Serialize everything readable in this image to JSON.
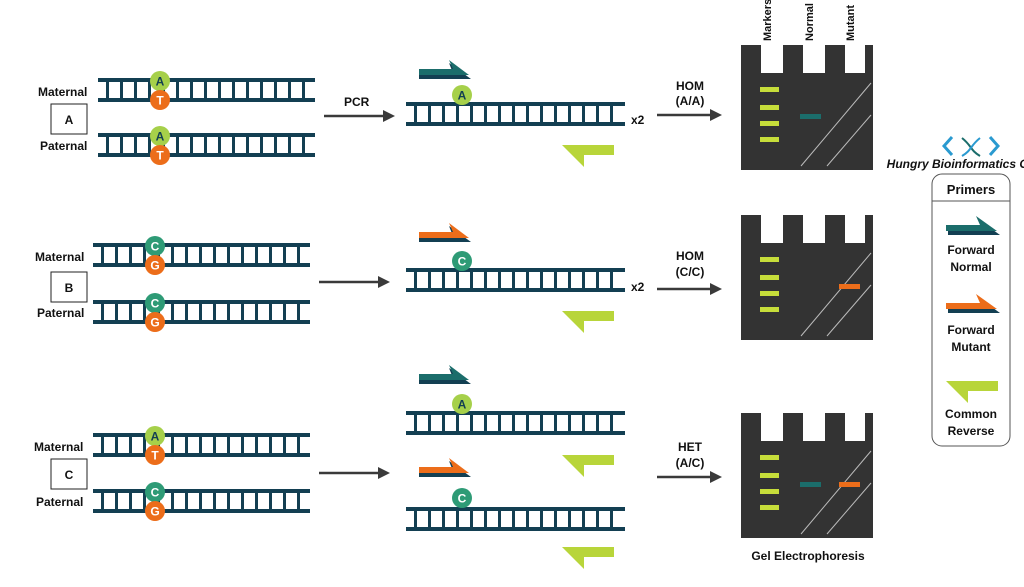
{
  "colors": {
    "dna": "#133f52",
    "forward_normal": "#1b6d6b",
    "forward_mutant": "#ec6d1a",
    "common_reverse": "#b8d53a",
    "allele_A": "#a6d04a",
    "allele_T": "#ec6d1a",
    "allele_C": "#2e9b76",
    "allele_G": "#ec6d1a",
    "gel": "#333333",
    "marker_band": "#c6dd3a",
    "arrow": "#3a3a3a"
  },
  "alleles": {
    "maternal_label": "Maternal",
    "paternal_label": "Paternal"
  },
  "panels": [
    {
      "id": "A",
      "maternal": {
        "top": "A",
        "bottom": "T"
      },
      "paternal": {
        "top": "A",
        "bottom": "T"
      },
      "step_label": "PCR",
      "products": [
        {
          "primer": "forward_normal",
          "base": "A"
        }
      ],
      "multiplier": "x2",
      "genotype": [
        "HOM",
        "(A/A)"
      ],
      "bands": {
        "normal": true,
        "mutant": false
      }
    },
    {
      "id": "B",
      "maternal": {
        "top": "C",
        "bottom": "G"
      },
      "paternal": {
        "top": "C",
        "bottom": "G"
      },
      "step_label": "",
      "products": [
        {
          "primer": "forward_mutant",
          "base": "C"
        }
      ],
      "multiplier": "x2",
      "genotype": [
        "HOM",
        "(C/C)"
      ],
      "bands": {
        "normal": false,
        "mutant": true
      }
    },
    {
      "id": "C",
      "maternal": {
        "top": "A",
        "bottom": "T"
      },
      "paternal": {
        "top": "C",
        "bottom": "G"
      },
      "step_label": "",
      "products": [
        {
          "primer": "forward_normal",
          "base": "A"
        },
        {
          "primer": "forward_mutant",
          "base": "C"
        }
      ],
      "multiplier": "",
      "genotype": [
        "HET",
        "(A/C)"
      ],
      "bands": {
        "normal": true,
        "mutant": true
      }
    }
  ],
  "gel": {
    "lanes": [
      "Markers",
      "Normal",
      "Mutant"
    ],
    "caption": "Gel Electrophoresis"
  },
  "logo_text": "Hungry Bioinformatics Group",
  "legend": {
    "title": "Primers",
    "items": [
      {
        "key": "forward_normal",
        "label": [
          "Forward",
          "Normal"
        ]
      },
      {
        "key": "forward_mutant",
        "label": [
          "Forward",
          "Mutant"
        ]
      },
      {
        "key": "common_reverse",
        "label": [
          "Common",
          "Reverse"
        ]
      }
    ]
  }
}
